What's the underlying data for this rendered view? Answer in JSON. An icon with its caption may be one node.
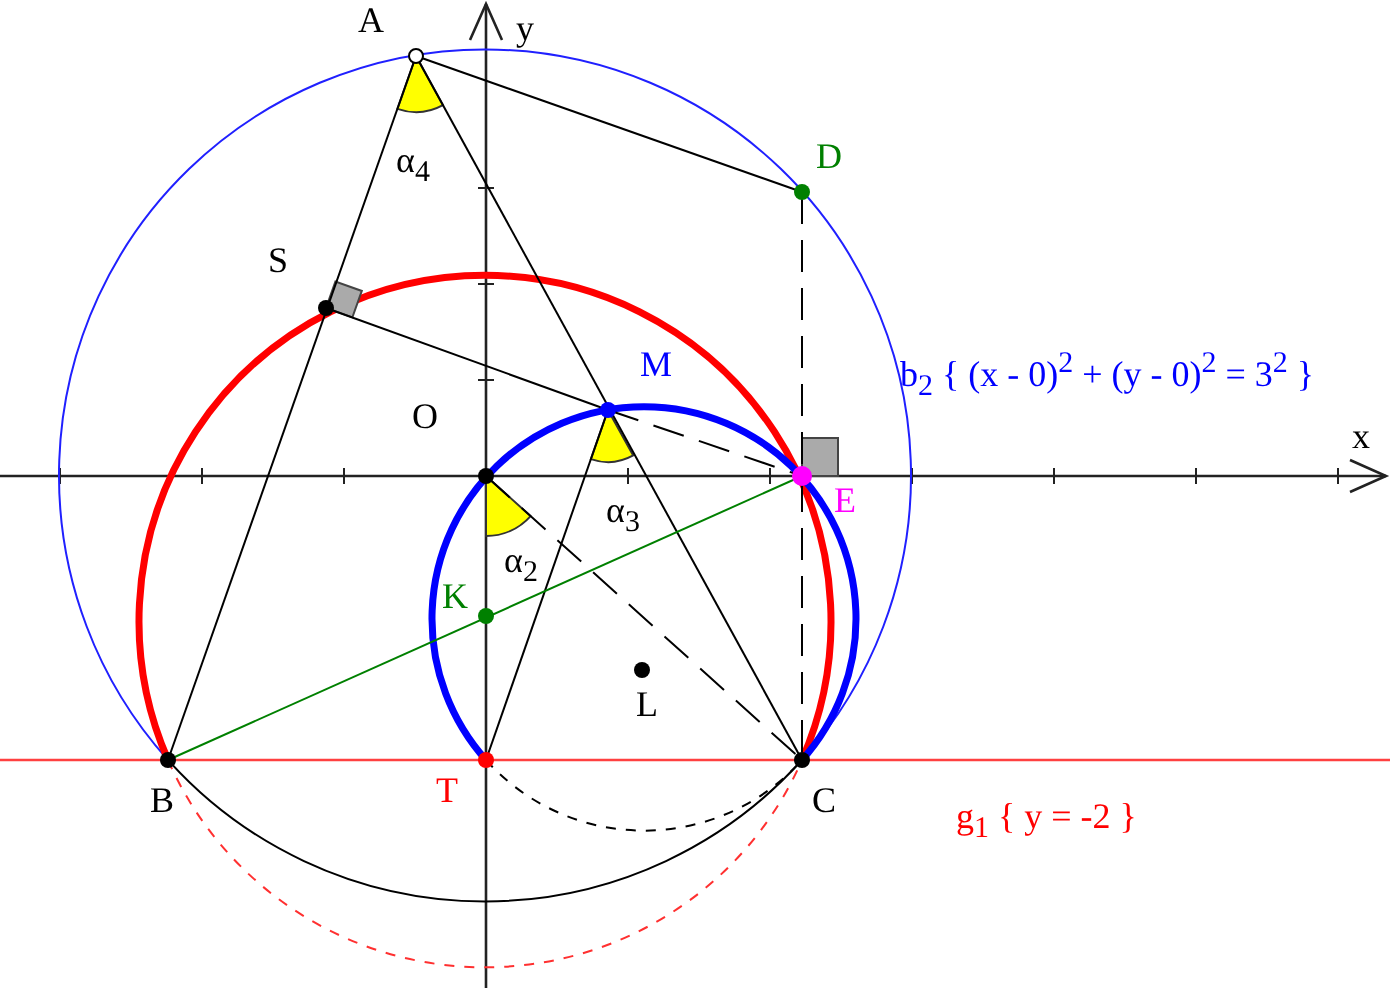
{
  "diagram": {
    "labels": [
      "A",
      "y",
      "α$_{4}$",
      "D",
      "S",
      "M",
      "O",
      "b$_{2}$ { (x - 0)$^{2}$ + (y - 0)$^{2}$ = 3$^{2}$ }",
      "x",
      "E",
      "α$_{3}$",
      "α$_{2}$",
      "K",
      "L",
      "T",
      "B",
      "C",
      "g$_{1}$ { y = -2 }"
    ]
  }
}
